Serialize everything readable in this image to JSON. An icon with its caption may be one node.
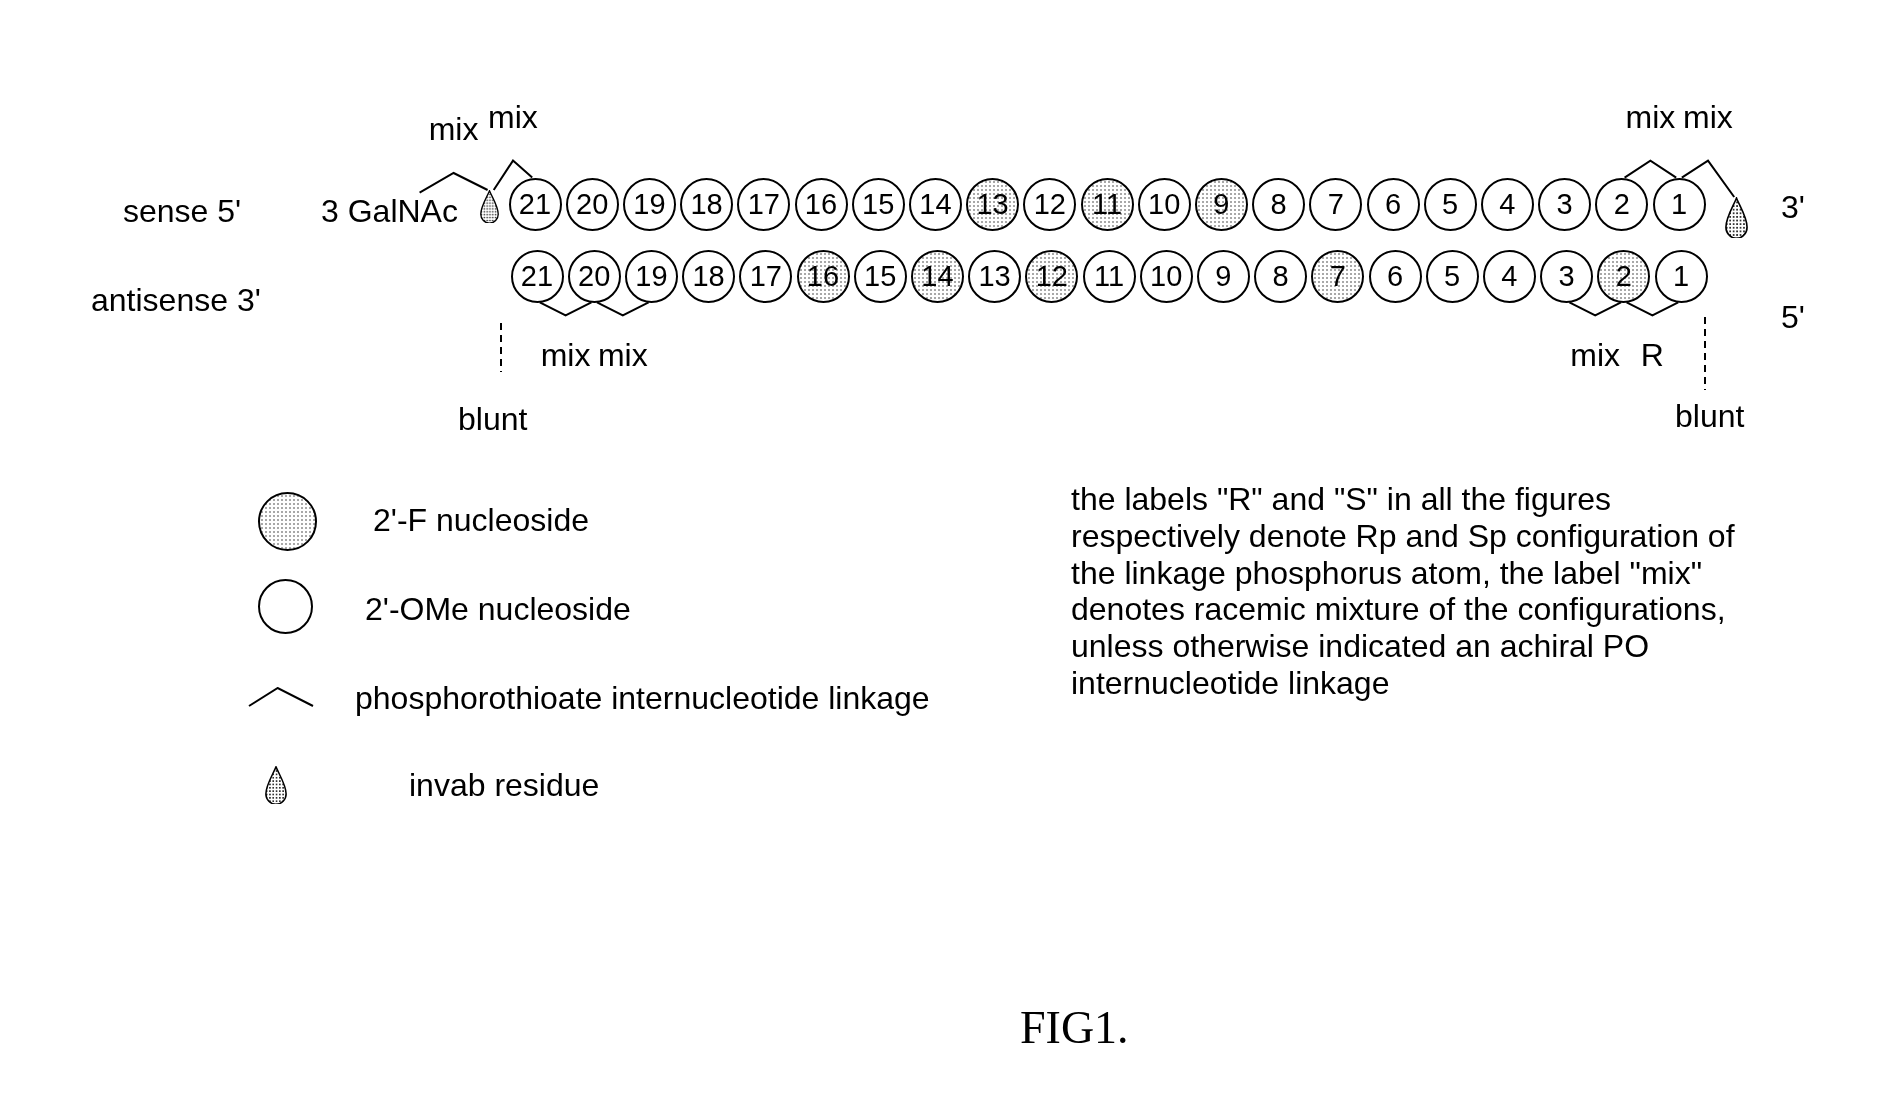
{
  "diagram": {
    "caption": "FIG1.",
    "nodes": [
      {
        "text": [
          "3 GalNAc"
        ]
      },
      {
        "text": [],
        "shape": "drop"
      },
      {
        "text": [
          "21"
        ]
      },
      {
        "text": [
          "20"
        ]
      },
      {
        "text": [
          "19"
        ]
      },
      {
        "text": [
          "18"
        ]
      },
      {
        "text": [
          "17"
        ]
      },
      {
        "text": [
          "16"
        ]
      },
      {
        "text": [
          "15"
        ]
      },
      {
        "text": [
          "14"
        ]
      },
      {
        "text": [
          "13"
        ]
      },
      {
        "text": [
          "12"
        ]
      },
      {
        "text": [
          "11"
        ]
      },
      {
        "text": [
          "10"
        ]
      },
      {
        "text": [
          "9"
        ]
      },
      {
        "text": [
          "8"
        ]
      },
      {
        "text": [
          "7"
        ]
      },
      {
        "text": [
          "6"
        ]
      },
      {
        "text": [
          "5"
        ]
      },
      {
        "text": [
          "4"
        ]
      },
      {
        "text": [
          "3"
        ]
      },
      {
        "text": [
          "2"
        ]
      },
      {
        "text": [
          "1"
        ]
      },
      {
        "text": [],
        "shape": "drop"
      },
      {
        "text": [
          "21"
        ]
      },
      {
        "text": [
          "20"
        ]
      },
      {
        "text": [
          "19"
        ]
      },
      {
        "text": [
          "18"
        ]
      },
      {
        "text": [
          "17"
        ]
      },
      {
        "text": [
          "16"
        ]
      },
      {
        "text": [
          "15"
        ]
      },
      {
        "text": [
          "14"
        ]
      },
      {
        "text": [
          "13"
        ]
      },
      {
        "text": [
          "12"
        ]
      },
      {
        "text": [
          "11"
        ]
      },
      {
        "text": [
          "10"
        ]
      },
      {
        "text": [
          "9"
        ]
      },
      {
        "text": [
          "8"
        ]
      },
      {
        "text": [
          "7"
        ]
      },
      {
        "text": [
          "6"
        ]
      },
      {
        "text": [
          "5"
        ]
      },
      {
        "text": [
          "4"
        ]
      },
      {
        "text": [
          "3"
        ]
      },
      {
        "text": [
          "2"
        ]
      },
      {
        "text": [
          "1"
        ]
      }
    ],
    "edges": [
      {
        "from": 0,
        "to": 1,
        "arrow": "none",
        "label": "mix"
      },
      {
        "from": 1,
        "to": 2,
        "arrow": "none",
        "label": "mix"
      },
      {
        "from": 21,
        "to": 22,
        "arrow": "none",
        "label": "mix"
      },
      {
        "from": 22,
        "to": 23,
        "arrow": "none",
        "label": "mix"
      },
      {
        "from": 24,
        "to": 25,
        "arrow": "none",
        "label": "mix"
      },
      {
        "from": 25,
        "to": 26,
        "arrow": "none",
        "label": "mix"
      },
      {
        "from": 42,
        "to": 43,
        "arrow": "none",
        "label": "mix"
      },
      {
        "from": 43,
        "to": 44,
        "arrow": "none",
        "label": "R"
      }
    ],
    "labels": [
      "sense 5'",
      "3'",
      "antisense 3'",
      "5'",
      "blunt",
      "blunt",
      "the labels \"R\" and \"S\" in all the figures respectively denote Rp and Sp configuration of the linkage phosphorus atom, the label \"mix\" denotes racemic mixture of the configurations, unless otherwise indicated an achiral PO internucleotide linkage"
    ],
    "legend": [
      {
        "text": "2'-F nucleoside"
      },
      {
        "text": "2'-OMe nucleoside"
      },
      {
        "text": "phosphorothioate internucleotide linkage"
      },
      {
        "text": "invab residue"
      }
    ]
  }
}
